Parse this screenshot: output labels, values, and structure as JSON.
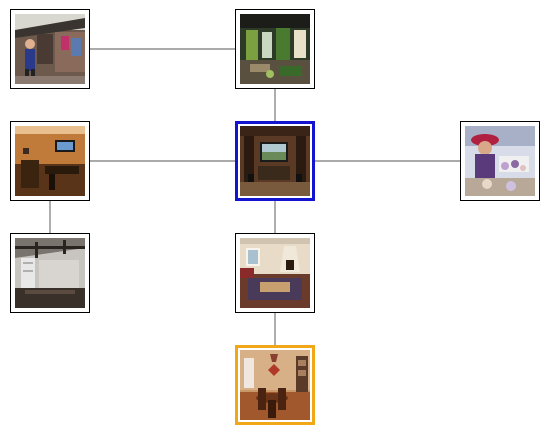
{
  "colors": {
    "background": "#ffffff",
    "edge": "#777777",
    "node_border": "#000000",
    "selected_border": "#1414d0",
    "target_border": "#f0a818"
  },
  "nodes": [
    {
      "id": "market-street",
      "state": "normal"
    },
    {
      "id": "garden-shop",
      "state": "normal"
    },
    {
      "id": "home-studio",
      "state": "normal"
    },
    {
      "id": "home-theater",
      "state": "selected"
    },
    {
      "id": "craft-fair",
      "state": "normal"
    },
    {
      "id": "loft-room",
      "state": "normal"
    },
    {
      "id": "living-room",
      "state": "normal"
    },
    {
      "id": "dining-room",
      "state": "target"
    }
  ],
  "edges": [
    {
      "from": "market-street",
      "to": "garden-shop"
    },
    {
      "from": "garden-shop",
      "to": "home-theater"
    },
    {
      "from": "home-studio",
      "to": "home-theater"
    },
    {
      "from": "home-theater",
      "to": "craft-fair"
    },
    {
      "from": "home-studio",
      "to": "loft-room"
    },
    {
      "from": "home-theater",
      "to": "living-room"
    },
    {
      "from": "living-room",
      "to": "dining-room"
    }
  ]
}
